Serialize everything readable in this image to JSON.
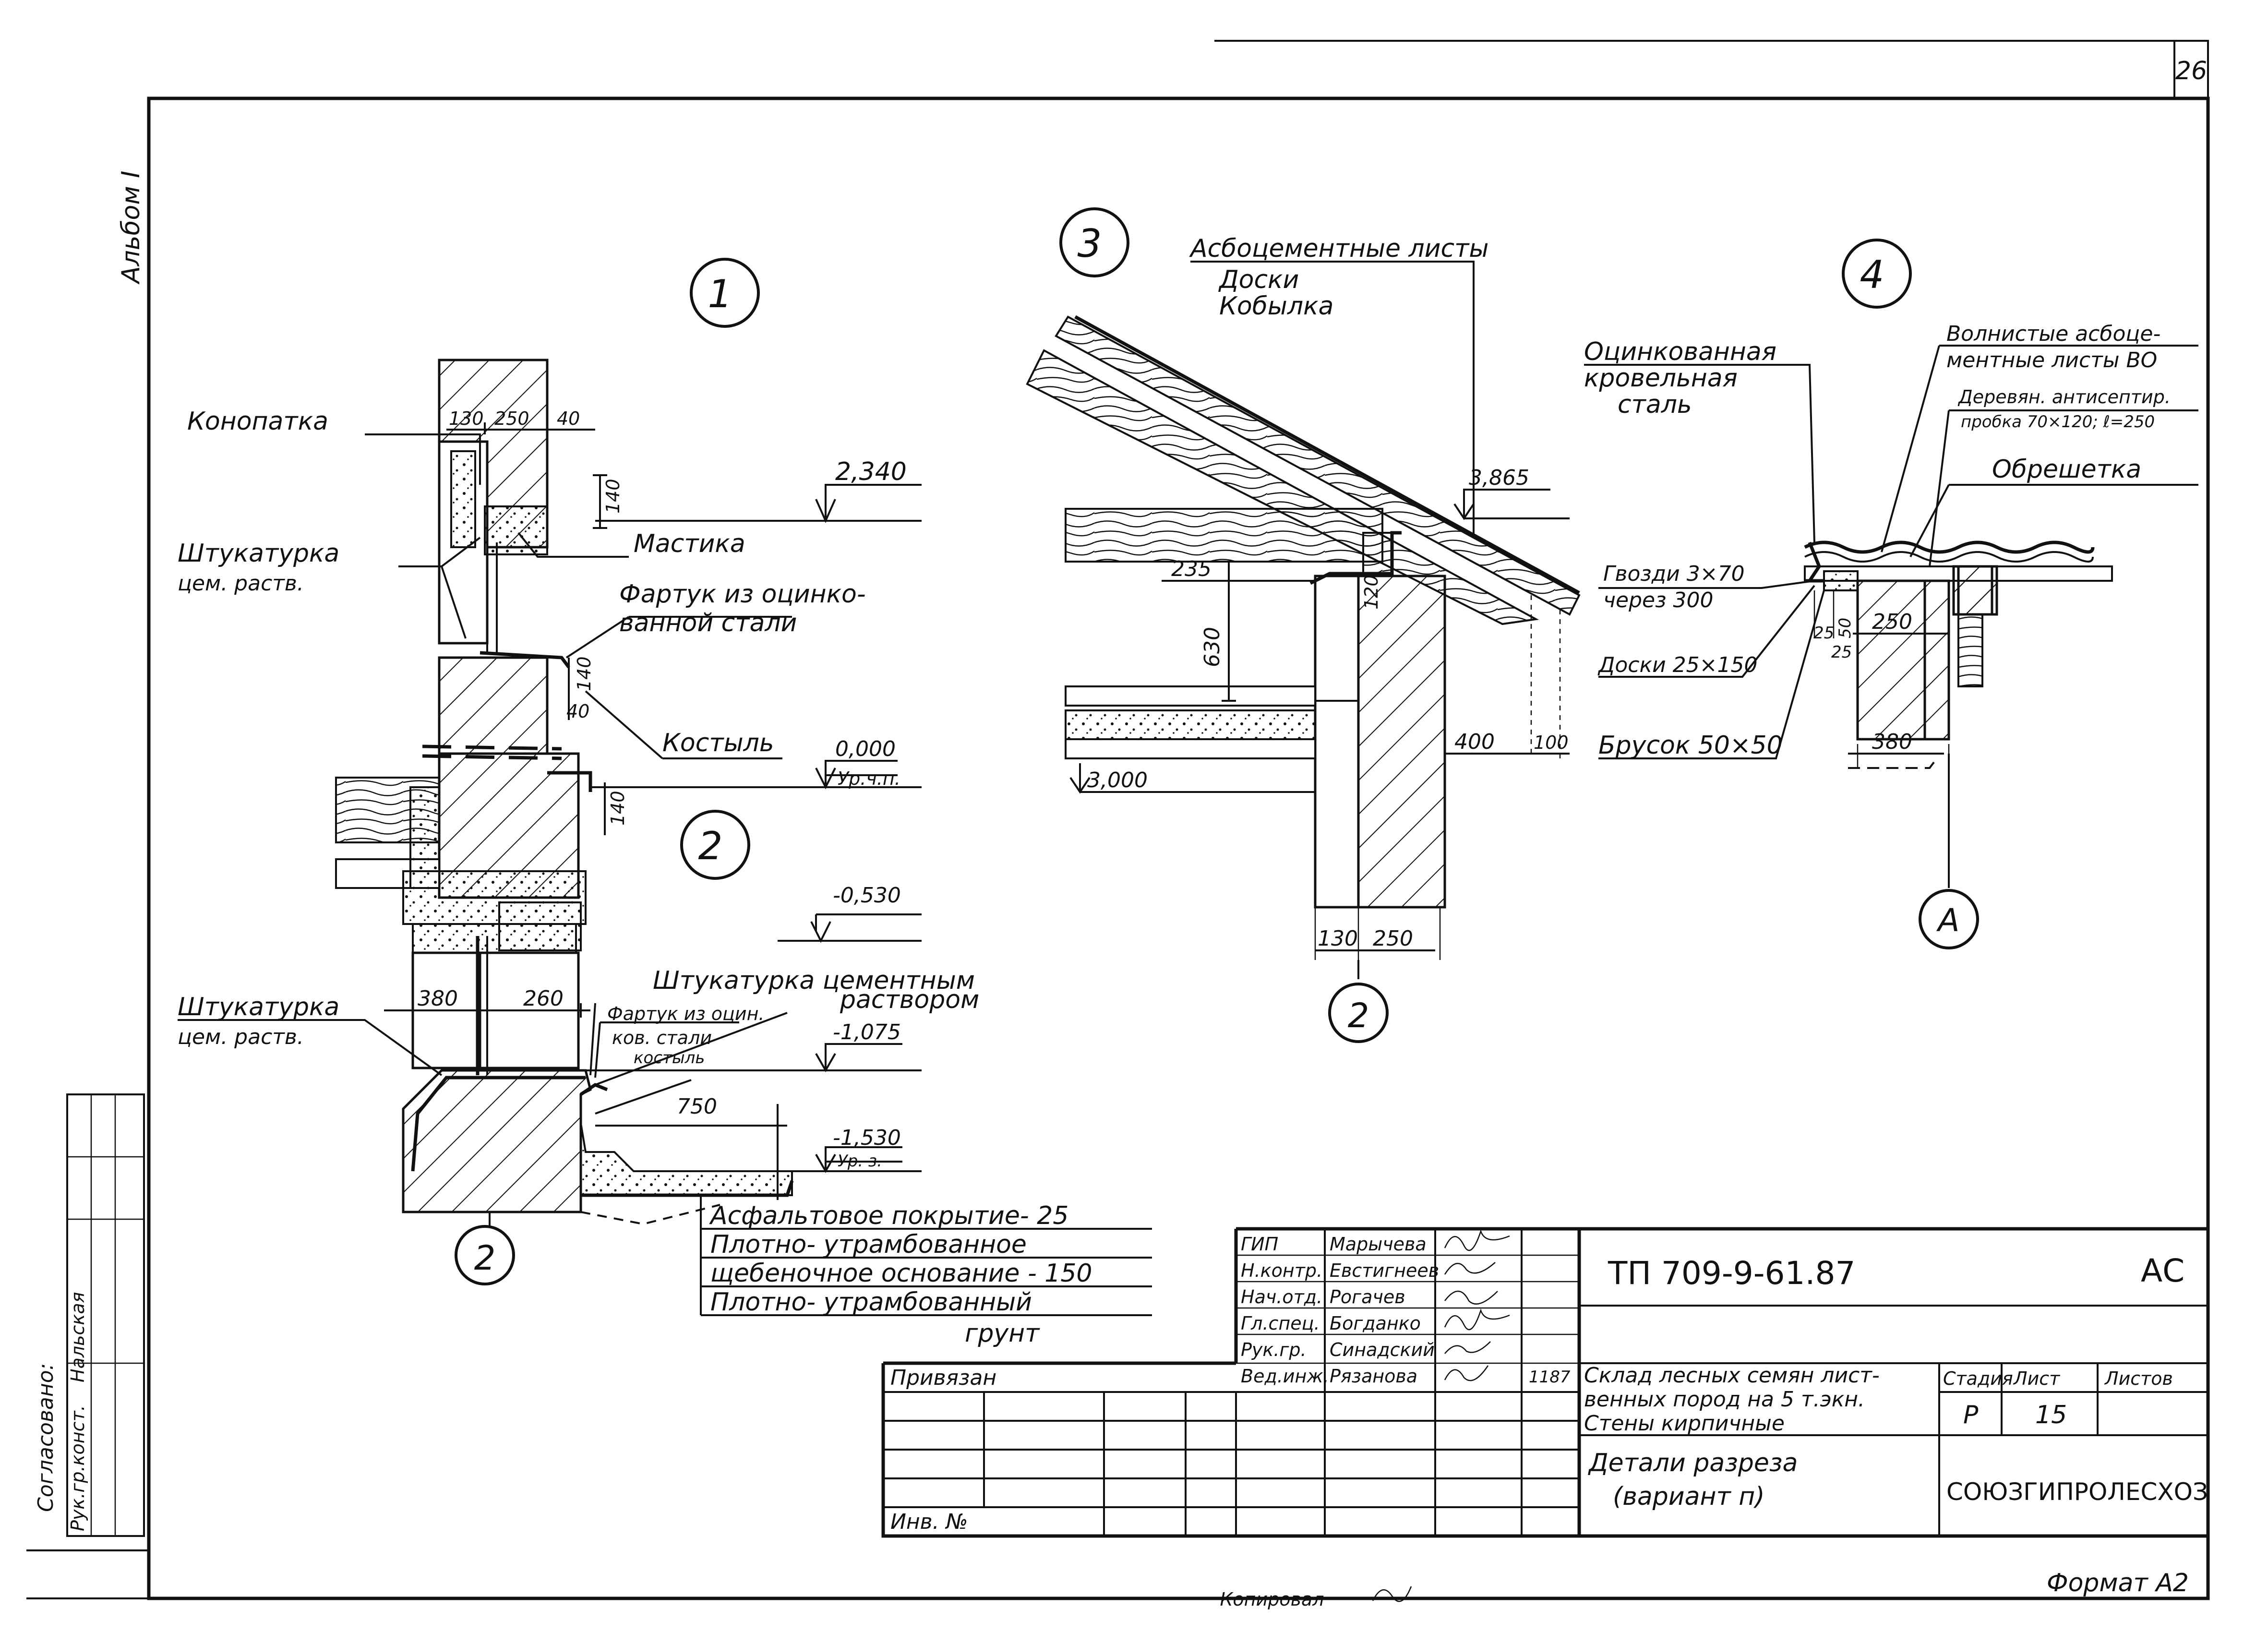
{
  "sheet": {
    "number": "26",
    "album": "Альбом I",
    "format": "Формат А2",
    "copied_by": "Копировал"
  },
  "approval": {
    "title": "Согласовано:",
    "role": "Рук.гр.конст.",
    "name": "Нальская"
  },
  "detail1": {
    "marker": "1",
    "labels": {
      "konopatka": "Конопатка",
      "plaster": "Штукатурка",
      "plaster_sub": "цем. раств.",
      "mastika": "Мастика",
      "apron": "Фартук из оцинко-",
      "apron2": "ванной стали",
      "kostyl": "Костыль"
    },
    "dims": {
      "d130": "130",
      "d250": "250",
      "d40": "40",
      "d140a": "140",
      "d140b": "140",
      "d40b": "40",
      "d140c": "140"
    },
    "levels": {
      "l2340": "2,340",
      "l0000": "0,000",
      "l0000_sub": "Ур.ч.п."
    }
  },
  "detail2": {
    "marker": "2",
    "labels": {
      "plaster_top": "Штукатурка цементным",
      "plaster_top2": "раствором",
      "plaster": "Штукатурка",
      "plaster_sub": "цем. раств.",
      "apron": "Фартук из оцин.",
      "apron2": "ков. стали",
      "apron3": "костыль"
    },
    "dims": {
      "d380": "380",
      "d260": "260",
      "d750": "750"
    },
    "levels": {
      "l0530": "-0,530",
      "l1075": "-1,075",
      "l1530": "-1,530",
      "l1530_sub": "Ур. з."
    },
    "section_ref": "2",
    "layers": [
      "Асфальтовое покрытие- 25",
      "Плотно- утрамбованное",
      "щебеночное основание - 150",
      "Плотно- утрамбованный",
      "грунт"
    ]
  },
  "detail3": {
    "marker": "3",
    "labels": {
      "asbestos": "Асбоцементные листы",
      "boards": "Доски",
      "kobylka": "Кобылка"
    },
    "dims": {
      "d235": "235",
      "d630": "630",
      "d120": "120",
      "d400": "400",
      "d100": "100",
      "d130": "130",
      "d250": "250"
    },
    "levels": {
      "l3865": "3,865",
      "l3000": "3,000"
    },
    "section_ref": "2"
  },
  "detail4": {
    "marker": "4",
    "labels": {
      "steel": "Оцинкованная",
      "steel2": "кровельная",
      "steel3": "сталь",
      "wave": "Волнистые асбоце-",
      "wave2": "ментные листы ВО",
      "cork": "Деревян. антисептир.",
      "cork2": "пробка 70×120; ℓ=250",
      "lath": "Обрешетка",
      "nails": "Гвозди 3×70",
      "nails2": "через 300",
      "boards": "Доски 25×150",
      "bar": "Брусок 50×50"
    },
    "dims": {
      "d250": "250",
      "d380": "380",
      "d25": "25",
      "d50": "50",
      "d25b": "25"
    },
    "axis": "А"
  },
  "title_block": {
    "code": "ТП  709-9-61.87",
    "section": "АС",
    "project": [
      "Склад лесных семян лист-",
      "венных пород на 5 т.экн.",
      "Стены кирпичные"
    ],
    "drawing": [
      "Детали разреза",
      "(вариант п)"
    ],
    "stage_header": "Стадия",
    "sheet_header": "Лист",
    "sheets_header": "Листов",
    "stage": "Р",
    "sheet": "15",
    "org": "СОЮЗГИПРОЛЕСХОЗ",
    "bound": "Привязан",
    "inv": "Инв. №",
    "signers": [
      {
        "role": "ГИП",
        "name": "Марычева"
      },
      {
        "role": "Н.контр.",
        "name": "Евстигнеев"
      },
      {
        "role": "Нач.отд.",
        "name": "Рогачев"
      },
      {
        "role": "Гл.спец.",
        "name": "Богданко"
      },
      {
        "role": "Рук.гр.",
        "name": "Синадский"
      },
      {
        "role": "Вед.инж.",
        "name": "Рязанова"
      }
    ],
    "date": "1187"
  }
}
